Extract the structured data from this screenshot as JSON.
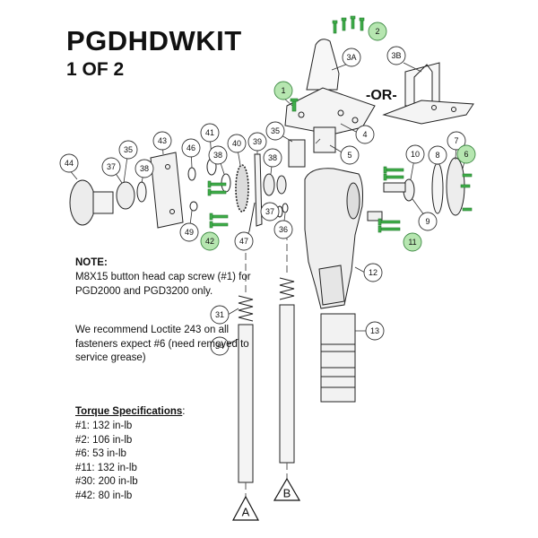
{
  "title": {
    "line1": "PGDHDWKIT",
    "line2": "1 OF 2"
  },
  "or_label": "-OR-",
  "note": {
    "heading": "NOTE:",
    "text1": "M8X15 button head cap screw (#1) for PGD2000 and PGD3200 only.",
    "text2": "We recommend Loctite 243 on all fasteners expect #6 (need removed to service grease)"
  },
  "torque": {
    "heading": "Torque Specifications",
    "heading_suffix": ":",
    "items": [
      "#1: 132 in-lb",
      "#2: 106 in-lb",
      "#6: 53 in-lb",
      "#11: 132 in-lb",
      "#30: 200 in-lb",
      "#42: 80 in-lb"
    ]
  },
  "callouts": [
    "1",
    "2",
    "3A",
    "3B",
    "4",
    "5",
    "6",
    "7",
    "8",
    "9",
    "10",
    "11",
    "12",
    "13",
    "31",
    "34",
    "35",
    "35",
    "36",
    "37",
    "37",
    "38",
    "38",
    "39",
    "40",
    "41",
    "42",
    "43",
    "44",
    "46",
    "47",
    "49"
  ],
  "section_markers": [
    "A",
    "B"
  ],
  "colors": {
    "highlight_fill": "#b6e6b0",
    "hardware_green": "#3fae4a",
    "line": "#222222"
  }
}
